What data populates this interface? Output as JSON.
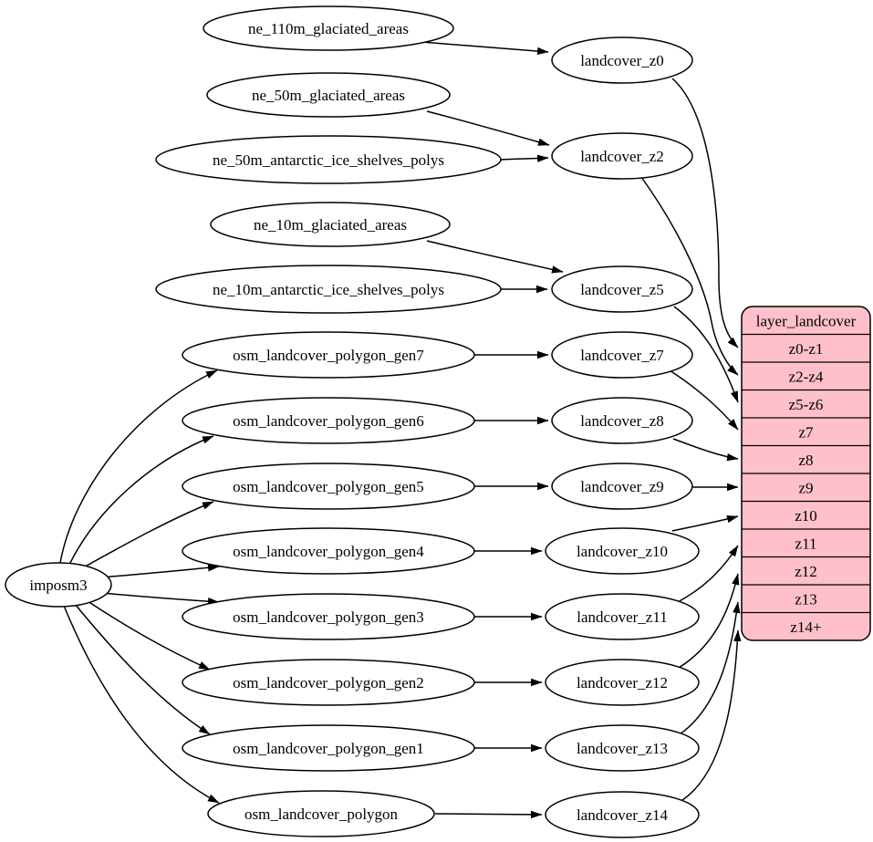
{
  "colors": {
    "background": "#ffffff",
    "node_fill": "#ffffff",
    "node_stroke": "#000000",
    "edge": "#000000",
    "table_fill": "#ffc0cb",
    "text": "#000000"
  },
  "nodes": {
    "importer": "imposm3",
    "sources": [
      "ne_110m_glaciated_areas",
      "ne_50m_glaciated_areas",
      "ne_50m_antarctic_ice_shelves_polys",
      "ne_10m_glaciated_areas",
      "ne_10m_antarctic_ice_shelves_polys",
      "osm_landcover_polygon_gen7",
      "osm_landcover_polygon_gen6",
      "osm_landcover_polygon_gen5",
      "osm_landcover_polygon_gen4",
      "osm_landcover_polygon_gen3",
      "osm_landcover_polygon_gen2",
      "osm_landcover_polygon_gen1",
      "osm_landcover_polygon"
    ],
    "intermediates": [
      "landcover_z0",
      "landcover_z2",
      "landcover_z5",
      "landcover_z7",
      "landcover_z8",
      "landcover_z9",
      "landcover_z10",
      "landcover_z11",
      "landcover_z12",
      "landcover_z13",
      "landcover_z14"
    ]
  },
  "table": {
    "title": "layer_landcover",
    "rows": [
      "z0-z1",
      "z2-z4",
      "z5-z6",
      "z7",
      "z8",
      "z9",
      "z10",
      "z11",
      "z12",
      "z13",
      "z14+"
    ]
  },
  "edges": [
    {
      "from": "ne_110m_glaciated_areas",
      "to": "landcover_z0"
    },
    {
      "from": "ne_50m_glaciated_areas",
      "to": "landcover_z2"
    },
    {
      "from": "ne_50m_antarctic_ice_shelves_polys",
      "to": "landcover_z2"
    },
    {
      "from": "ne_10m_glaciated_areas",
      "to": "landcover_z5"
    },
    {
      "from": "ne_10m_antarctic_ice_shelves_polys",
      "to": "landcover_z5"
    },
    {
      "from": "imposm3",
      "to": "osm_landcover_polygon_gen7"
    },
    {
      "from": "imposm3",
      "to": "osm_landcover_polygon_gen6"
    },
    {
      "from": "imposm3",
      "to": "osm_landcover_polygon_gen5"
    },
    {
      "from": "imposm3",
      "to": "osm_landcover_polygon_gen4"
    },
    {
      "from": "imposm3",
      "to": "osm_landcover_polygon_gen3"
    },
    {
      "from": "imposm3",
      "to": "osm_landcover_polygon_gen2"
    },
    {
      "from": "imposm3",
      "to": "osm_landcover_polygon_gen1"
    },
    {
      "from": "imposm3",
      "to": "osm_landcover_polygon"
    },
    {
      "from": "osm_landcover_polygon_gen7",
      "to": "landcover_z7"
    },
    {
      "from": "osm_landcover_polygon_gen6",
      "to": "landcover_z8"
    },
    {
      "from": "osm_landcover_polygon_gen5",
      "to": "landcover_z9"
    },
    {
      "from": "osm_landcover_polygon_gen4",
      "to": "landcover_z10"
    },
    {
      "from": "osm_landcover_polygon_gen3",
      "to": "landcover_z11"
    },
    {
      "from": "osm_landcover_polygon_gen2",
      "to": "landcover_z12"
    },
    {
      "from": "osm_landcover_polygon_gen1",
      "to": "landcover_z13"
    },
    {
      "from": "osm_landcover_polygon",
      "to": "landcover_z14"
    },
    {
      "from": "landcover_z0",
      "to": "layer_landcover:z0-z1"
    },
    {
      "from": "landcover_z2",
      "to": "layer_landcover:z2-z4"
    },
    {
      "from": "landcover_z5",
      "to": "layer_landcover:z5-z6"
    },
    {
      "from": "landcover_z7",
      "to": "layer_landcover:z7"
    },
    {
      "from": "landcover_z8",
      "to": "layer_landcover:z8"
    },
    {
      "from": "landcover_z9",
      "to": "layer_landcover:z9"
    },
    {
      "from": "landcover_z10",
      "to": "layer_landcover:z10"
    },
    {
      "from": "landcover_z11",
      "to": "layer_landcover:z11"
    },
    {
      "from": "landcover_z12",
      "to": "layer_landcover:z12"
    },
    {
      "from": "landcover_z13",
      "to": "layer_landcover:z13"
    },
    {
      "from": "landcover_z14",
      "to": "layer_landcover:z14+"
    }
  ]
}
